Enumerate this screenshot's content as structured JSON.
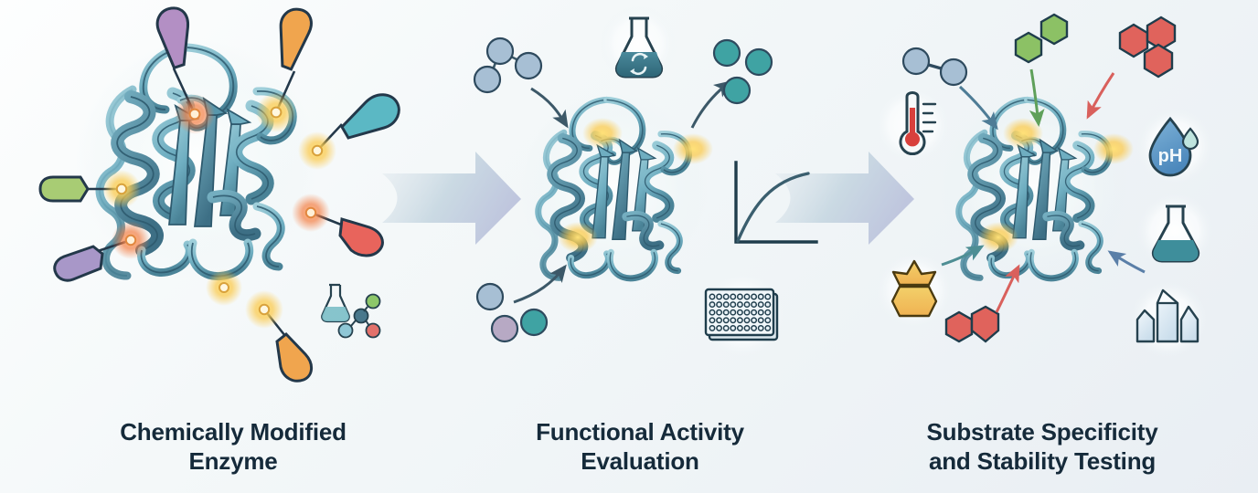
{
  "figure": {
    "type": "scientific-process-diagram",
    "background_gradient": [
      "#fdfefe",
      "#eef3f6",
      "#e9eef3"
    ],
    "caption_color": "#152a3a"
  },
  "palette": {
    "ribbon_light": "#8FC4D2",
    "ribbon_mid": "#5E9CB0",
    "ribbon_dark": "#3F7186",
    "ribbon_outline": "#2E5A6E",
    "glow_yellow": "#FBC94A",
    "glow_orange": "#F47B3F",
    "tag_purple": "#B38FC4",
    "tag_orange": "#F0A54E",
    "tag_teal": "#5BB8C4",
    "tag_green": "#A8CC74",
    "tag_red": "#E8645C",
    "tag_violet": "#A897C8",
    "arrow_gray": "#3C5868",
    "big_arrow_a": "#C8D8E2",
    "big_arrow_b": "#BFC6DE",
    "sphere_blue": "#A7BFD4",
    "sphere_teal": "#3FA3A3",
    "sphere_violet": "#B7A9C4",
    "hex_green": "#8CC165",
    "hex_red": "#E0635C",
    "hex_gold": "#EFC35A",
    "ph_blue": "#5F9BCB",
    "thermo_red": "#D8403C",
    "crystal": "#DCE9F2",
    "flask_fill": "#3D7A8C"
  },
  "panels": [
    {
      "id": "panel-1",
      "caption": "Chemically Modified\nEnzyme",
      "caption_line1": "Chemically Modified",
      "caption_line2": "Enzyme",
      "protein_label": "chemically-modified-enzyme-structure",
      "tags": [
        {
          "name": "tag-purple-top",
          "color": "#B38FC4",
          "glow": "orange"
        },
        {
          "name": "tag-orange-top",
          "color": "#F0A54E",
          "glow": "yellow"
        },
        {
          "name": "tag-teal-right",
          "color": "#5BB8C4",
          "glow": "yellow"
        },
        {
          "name": "tag-green-left",
          "color": "#A8CC74",
          "glow": "yellow"
        },
        {
          "name": "tag-violet-left",
          "color": "#A897C8",
          "glow": "orange"
        },
        {
          "name": "tag-red-right",
          "color": "#E8645C",
          "glow": "orange"
        },
        {
          "name": "tag-orange-bottom",
          "color": "#F0A54E",
          "glow": "yellow"
        }
      ],
      "icons": [
        {
          "name": "flask-molecule-icon",
          "label": "flask with reagent molecule"
        }
      ]
    },
    {
      "id": "panel-2",
      "caption_line1": "Functional Activity",
      "caption_line2": "Evaluation",
      "protein_label": "enzyme-structure-active-site",
      "icons": [
        {
          "name": "reaction-flask-icon",
          "label": "flask with recycle arrows"
        },
        {
          "name": "microplate-icon",
          "label": "96-well assay plate",
          "well_columns": 9,
          "well_rows": 5
        },
        {
          "name": "kinetics-curve-icon",
          "label": "saturation kinetics curve"
        }
      ],
      "substrate_spheres": 3,
      "product_spheres": 3,
      "arrows": [
        {
          "name": "substrate-in-arrow-top",
          "color": "#3C5868"
        },
        {
          "name": "substrate-in-arrow-bottom",
          "color": "#3C5868"
        },
        {
          "name": "product-out-arrow",
          "color": "#3C5868"
        }
      ]
    },
    {
      "id": "panel-3",
      "caption_line1": "Substrate Specificity",
      "caption_line2": "and Stability Testing",
      "protein_label": "enzyme-structure-stability-test",
      "icons": [
        {
          "name": "thermometer-icon",
          "label": "temperature"
        },
        {
          "name": "ph-droplet-icon",
          "label": "pH",
          "text": "pH"
        },
        {
          "name": "solvent-flask-icon",
          "label": "solvent"
        },
        {
          "name": "crystal-icon",
          "label": "salt / crystal"
        },
        {
          "name": "gold-substrate-icon",
          "label": "alternate substrate"
        }
      ],
      "substrates": [
        {
          "name": "substrate-blue-dumbbell",
          "color": "#A7BFD4"
        },
        {
          "name": "substrate-green-bicyclic",
          "color": "#8CC165"
        },
        {
          "name": "substrate-red-tricyclic",
          "color": "#E0635C"
        },
        {
          "name": "substrate-red-bicyclic",
          "color": "#E0635C"
        }
      ],
      "arrows": [
        {
          "name": "arrow-blue-substrate",
          "color": "#4E7C96"
        },
        {
          "name": "arrow-green-substrate",
          "color": "#5FA05A"
        },
        {
          "name": "arrow-red-substrate-top",
          "color": "#D9605C"
        },
        {
          "name": "arrow-red-substrate-bottom",
          "color": "#D9605C"
        },
        {
          "name": "arrow-teal-substrate",
          "color": "#4E8E94"
        },
        {
          "name": "arrow-blue-crystal",
          "color": "#5A7FA8"
        }
      ]
    }
  ],
  "flow_arrows": [
    {
      "name": "flow-arrow-1-to-2"
    },
    {
      "name": "flow-arrow-2-to-3"
    }
  ]
}
